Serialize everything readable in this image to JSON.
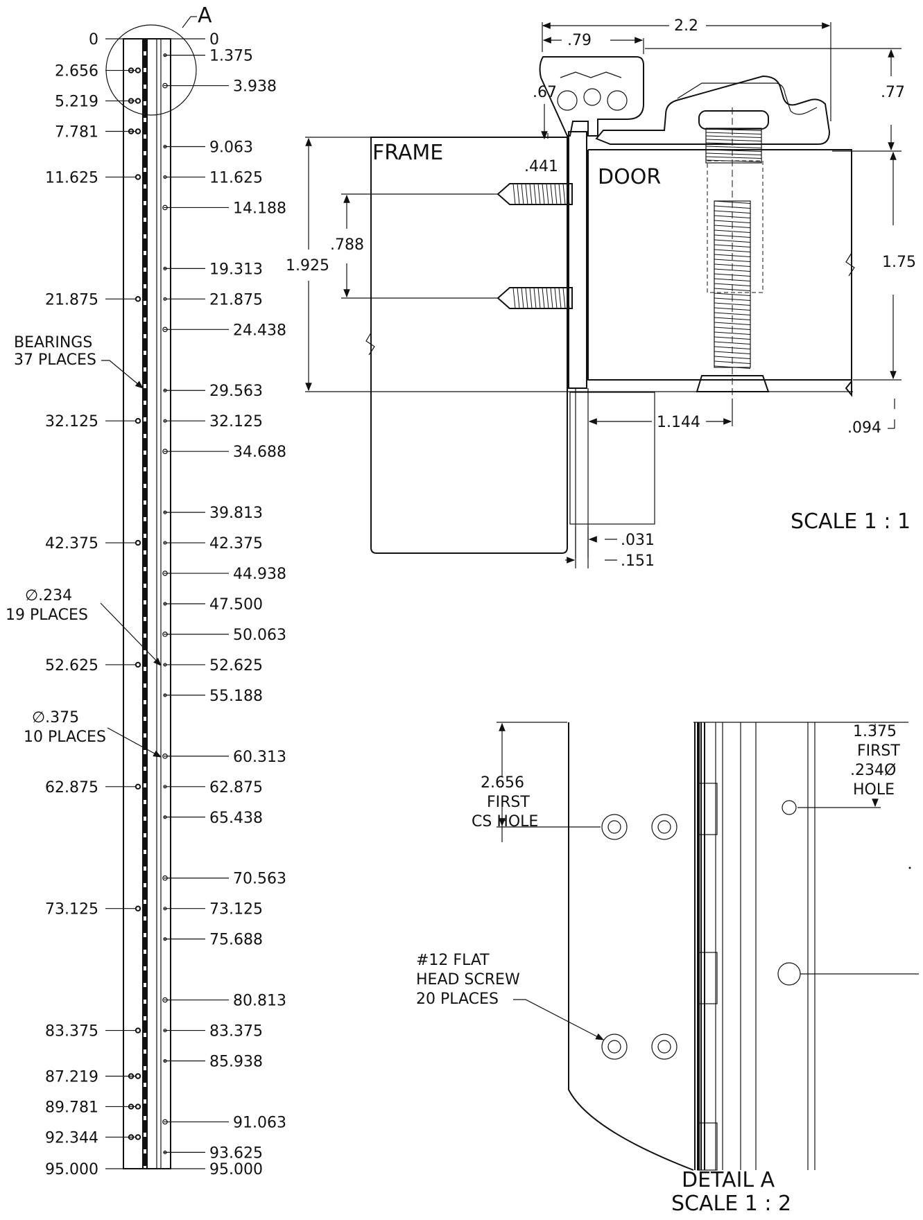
{
  "strip": {
    "left_values": [
      "0",
      "2.656",
      "5.219",
      "7.781",
      "11.625",
      "21.875",
      "32.125",
      "42.375",
      "52.625",
      "62.875",
      "73.125",
      "83.375",
      "87.219",
      "89.781",
      "92.344",
      "95.000"
    ],
    "right_values": [
      "0",
      "1.375",
      "3.938",
      "9.063",
      "11.625",
      "14.188",
      "19.313",
      "21.875",
      "24.438",
      "29.563",
      "32.125",
      "34.688",
      "39.813",
      "42.375",
      "44.938",
      "47.500",
      "50.063",
      "52.625",
      "55.188",
      "60.313",
      "62.875",
      "65.438",
      "70.563",
      "73.125",
      "75.688",
      "80.813",
      "83.375",
      "85.938",
      "91.063",
      "93.625",
      "95.000"
    ],
    "detail_callout": "A",
    "note_bearings": [
      "BEARINGS",
      "37 PLACES"
    ],
    "note_hole_small": [
      "∅.234",
      "19 PLACES"
    ],
    "note_hole_large": [
      "∅.375",
      "10 PLACES"
    ]
  },
  "section": {
    "dim_overall": "2.2",
    "dim_079": ".79",
    "dim_067": ".67",
    "dim_077": ".77",
    "dim_0441": ".441",
    "dim_0788": ".788",
    "dim_1925": "1.925",
    "dim_175": "1.75",
    "dim_1144": "1.144",
    "dim_0094": ".094",
    "dim_0031": ".031",
    "dim_0151": ".151",
    "label_frame": "FRAME",
    "label_door": "DOOR",
    "scale": "SCALE 1 : 1"
  },
  "detail": {
    "left_note": [
      "2.656",
      "FIRST",
      "CS HOLE"
    ],
    "right_note": [
      "1.375",
      "FIRST",
      ".234Ø",
      "HOLE"
    ],
    "screw_note": [
      "#12 FLAT",
      "HEAD SCREW",
      "20 PLACES"
    ],
    "title": "DETAIL A",
    "scale": "SCALE 1 : 2"
  }
}
